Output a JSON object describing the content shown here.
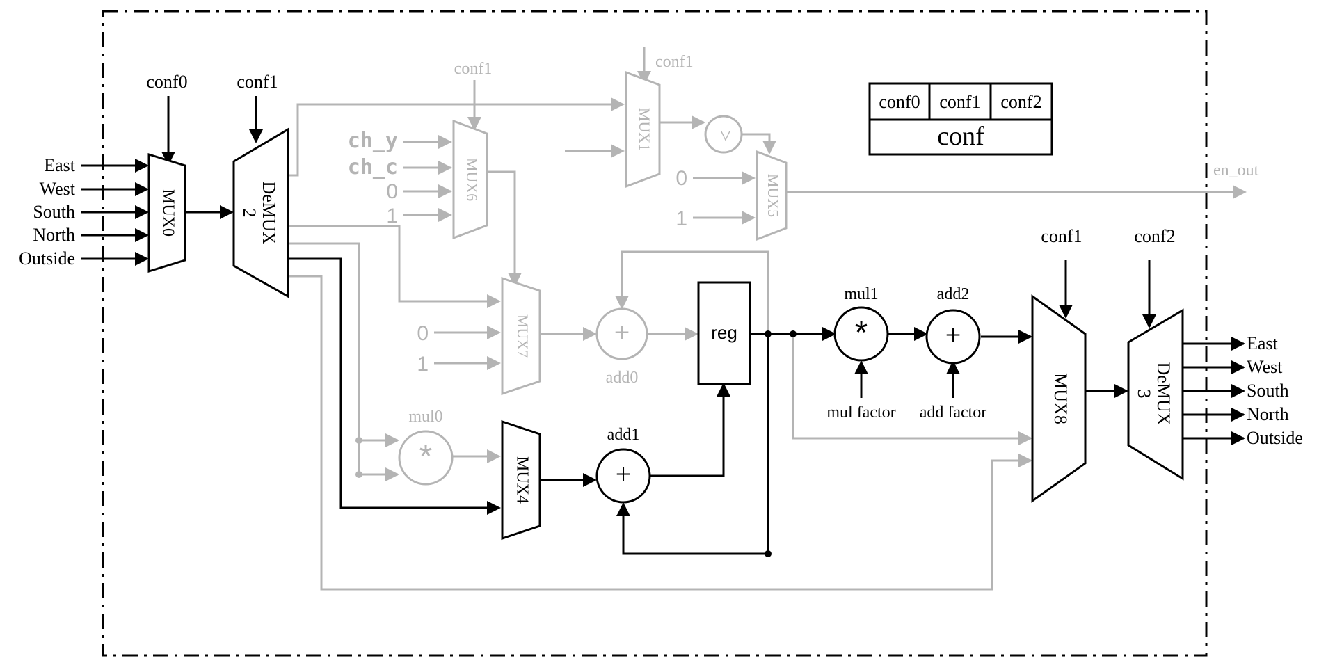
{
  "colors": {
    "active": "#000000",
    "inactive": "#b4b4b4",
    "background": "#ffffff"
  },
  "inputs": [
    "East",
    "West",
    "South",
    "North",
    "Outside"
  ],
  "outputs": [
    "East",
    "West",
    "South",
    "North",
    "Outside"
  ],
  "conf_labels": {
    "conf0": "conf0",
    "conf1_demux2": "conf1",
    "conf1_mux6": "conf1",
    "conf1_mux1": "conf1",
    "conf1_mux8": "conf1",
    "conf2_demux3": "conf2"
  },
  "conf_table": {
    "cells": [
      "conf0",
      "conf1",
      "conf2"
    ],
    "title": "conf"
  },
  "blocks": {
    "mux0": "MUX0",
    "demux2": [
      "DeMUX",
      "2"
    ],
    "mux6": "MUX6",
    "mux1": "MUX1",
    "mux5": "MUX5",
    "mux7": "MUX7",
    "mux4": "MUX4",
    "mux8": "MUX8",
    "demux3": [
      "DeMUX",
      "3"
    ],
    "reg": "reg"
  },
  "mux6_inputs": [
    "ch_y",
    "ch_c",
    "0",
    "1"
  ],
  "mux5_inputs": [
    "0",
    "1"
  ],
  "mux7_inputs": [
    "0",
    "1"
  ],
  "operators": {
    "plus": "+",
    "star": "*",
    "compare": ">",
    "add0": "add0",
    "add1": "add1",
    "add2": "add2",
    "mul0": "mul0",
    "mul1": "mul1",
    "mul_factor": "mul factor",
    "add_factor": "add factor"
  },
  "en_out": "en_out"
}
